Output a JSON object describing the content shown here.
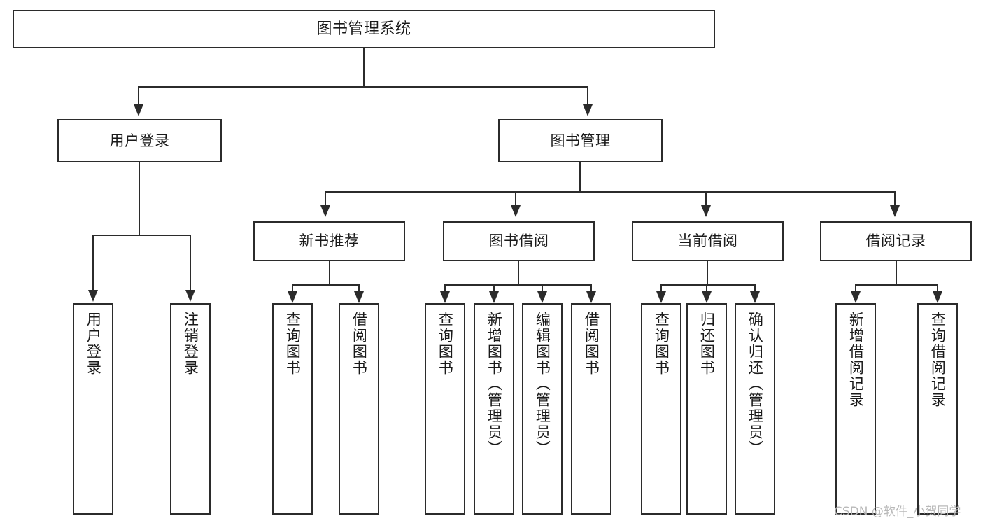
{
  "diagram": {
    "type": "tree-hierarchy-chart",
    "title": "图书管理系统",
    "stroke_color": "#2b2b2b",
    "background_color": "#ffffff",
    "watermark": "CSDN @软件_小贺同学",
    "nodes": {
      "root": {
        "label": "图书管理系统"
      },
      "level2": [
        {
          "id": "user-login",
          "label": "用户登录"
        },
        {
          "id": "book-manage",
          "label": "图书管理"
        }
      ],
      "level3": [
        {
          "id": "new-book-recommend",
          "label": "新书推荐"
        },
        {
          "id": "book-borrow",
          "label": "图书借阅"
        },
        {
          "id": "current-borrow",
          "label": "当前借阅"
        },
        {
          "id": "borrow-record",
          "label": "借阅记录"
        }
      ],
      "leaves": {
        "user_login": [
          {
            "id": "leaf-user-login",
            "label": "用户登录"
          },
          {
            "id": "leaf-logout-login",
            "label": "注销登录"
          }
        ],
        "new_book_recommend": [
          {
            "id": "leaf-query-book-1",
            "label": "查询图书"
          },
          {
            "id": "leaf-borrow-book-1",
            "label": "借阅图书"
          }
        ],
        "book_borrow": [
          {
            "id": "leaf-query-book-2",
            "label": "查询图书"
          },
          {
            "id": "leaf-add-book",
            "label": "新增图书（管理员）"
          },
          {
            "id": "leaf-edit-book",
            "label": "编辑图书（管理员）"
          },
          {
            "id": "leaf-borrow-book-2",
            "label": "借阅图书"
          }
        ],
        "current_borrow": [
          {
            "id": "leaf-query-book-3",
            "label": "查询图书"
          },
          {
            "id": "leaf-return-book",
            "label": "归还图书"
          },
          {
            "id": "leaf-confirm-return",
            "label": "确认归还（管理员）"
          }
        ],
        "borrow_record": [
          {
            "id": "leaf-add-borrow-record",
            "label": "新增借阅记录"
          },
          {
            "id": "leaf-query-borrow-record",
            "label": "查询借阅记录"
          }
        ]
      }
    }
  }
}
